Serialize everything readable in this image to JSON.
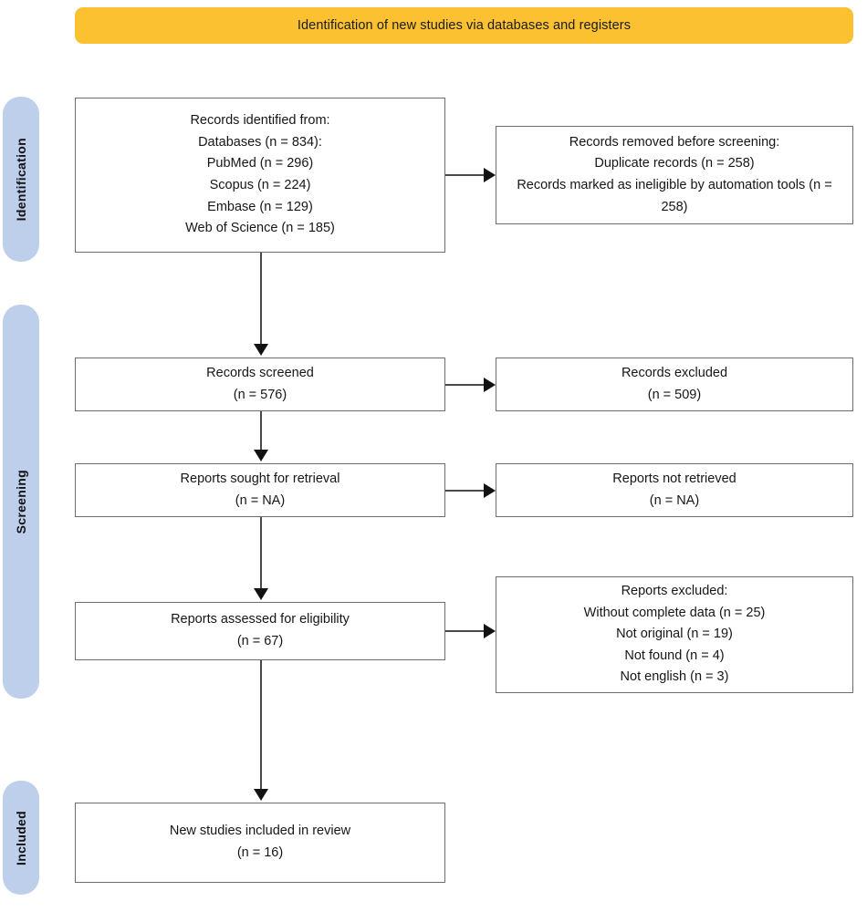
{
  "header": {
    "banner_label": "Identification of new studies via databases and registers",
    "banner_color": "#fcc130"
  },
  "stages": {
    "color": "#bdcfeb",
    "items": [
      {
        "id": "identification",
        "label": "Identification"
      },
      {
        "id": "screening",
        "label": "Screening"
      },
      {
        "id": "included",
        "label": "Included"
      }
    ]
  },
  "boxes": {
    "identified": {
      "lines": [
        "Records identified from:",
        "Databases (n = 834):",
        "PubMed (n = 296)",
        "Scopus (n = 224)",
        "Embase (n = 129)",
        "Web of Science (n = 185)"
      ]
    },
    "removed": {
      "lines": [
        "Records removed before screening:",
        "Duplicate records (n = 258)",
        "Records marked as ineligible by automation tools (n = 258)"
      ]
    },
    "screened": {
      "lines": [
        "Records screened",
        "(n = 576)"
      ]
    },
    "excluded": {
      "lines": [
        "Records excluded",
        "(n = 509)"
      ]
    },
    "sought": {
      "lines": [
        "Reports sought for retrieval",
        "(n = NA)"
      ]
    },
    "not_retrieved": {
      "lines": [
        "Reports not retrieved",
        "(n = NA)"
      ]
    },
    "eligibility": {
      "lines": [
        "Reports assessed for eligibility",
        "(n = 67)"
      ]
    },
    "reports_excluded": {
      "lines": [
        "Reports excluded:",
        "Without complete data (n = 25)",
        "Not original (n = 19)",
        "Not found (n = 4)",
        "Not english (n = 3)"
      ]
    },
    "included": {
      "lines": [
        "New studies included in review",
        "(n = 16)"
      ]
    }
  },
  "chart_data": {
    "type": "diagram",
    "title": "Identification of new studies via databases and registers",
    "flow": [
      {
        "stage": "Identification",
        "node": "Records identified from databases",
        "n": 834,
        "breakdown": {
          "PubMed": 296,
          "Scopus": 224,
          "Embase": 129,
          "Web of Science": 185
        }
      },
      {
        "stage": "Identification",
        "node": "Records removed before screening",
        "breakdown": {
          "Duplicate records": 258,
          "Marked ineligible by automation tools": 258
        }
      },
      {
        "stage": "Screening",
        "node": "Records screened",
        "n": 576
      },
      {
        "stage": "Screening",
        "node": "Records excluded",
        "n": 509
      },
      {
        "stage": "Screening",
        "node": "Reports sought for retrieval",
        "n": "NA"
      },
      {
        "stage": "Screening",
        "node": "Reports not retrieved",
        "n": "NA"
      },
      {
        "stage": "Screening",
        "node": "Reports assessed for eligibility",
        "n": 67
      },
      {
        "stage": "Screening",
        "node": "Reports excluded",
        "breakdown": {
          "Without complete data": 25,
          "Not original": 19,
          "Not found": 4,
          "Not english": 3
        }
      },
      {
        "stage": "Included",
        "node": "New studies included in review",
        "n": 16
      }
    ]
  }
}
